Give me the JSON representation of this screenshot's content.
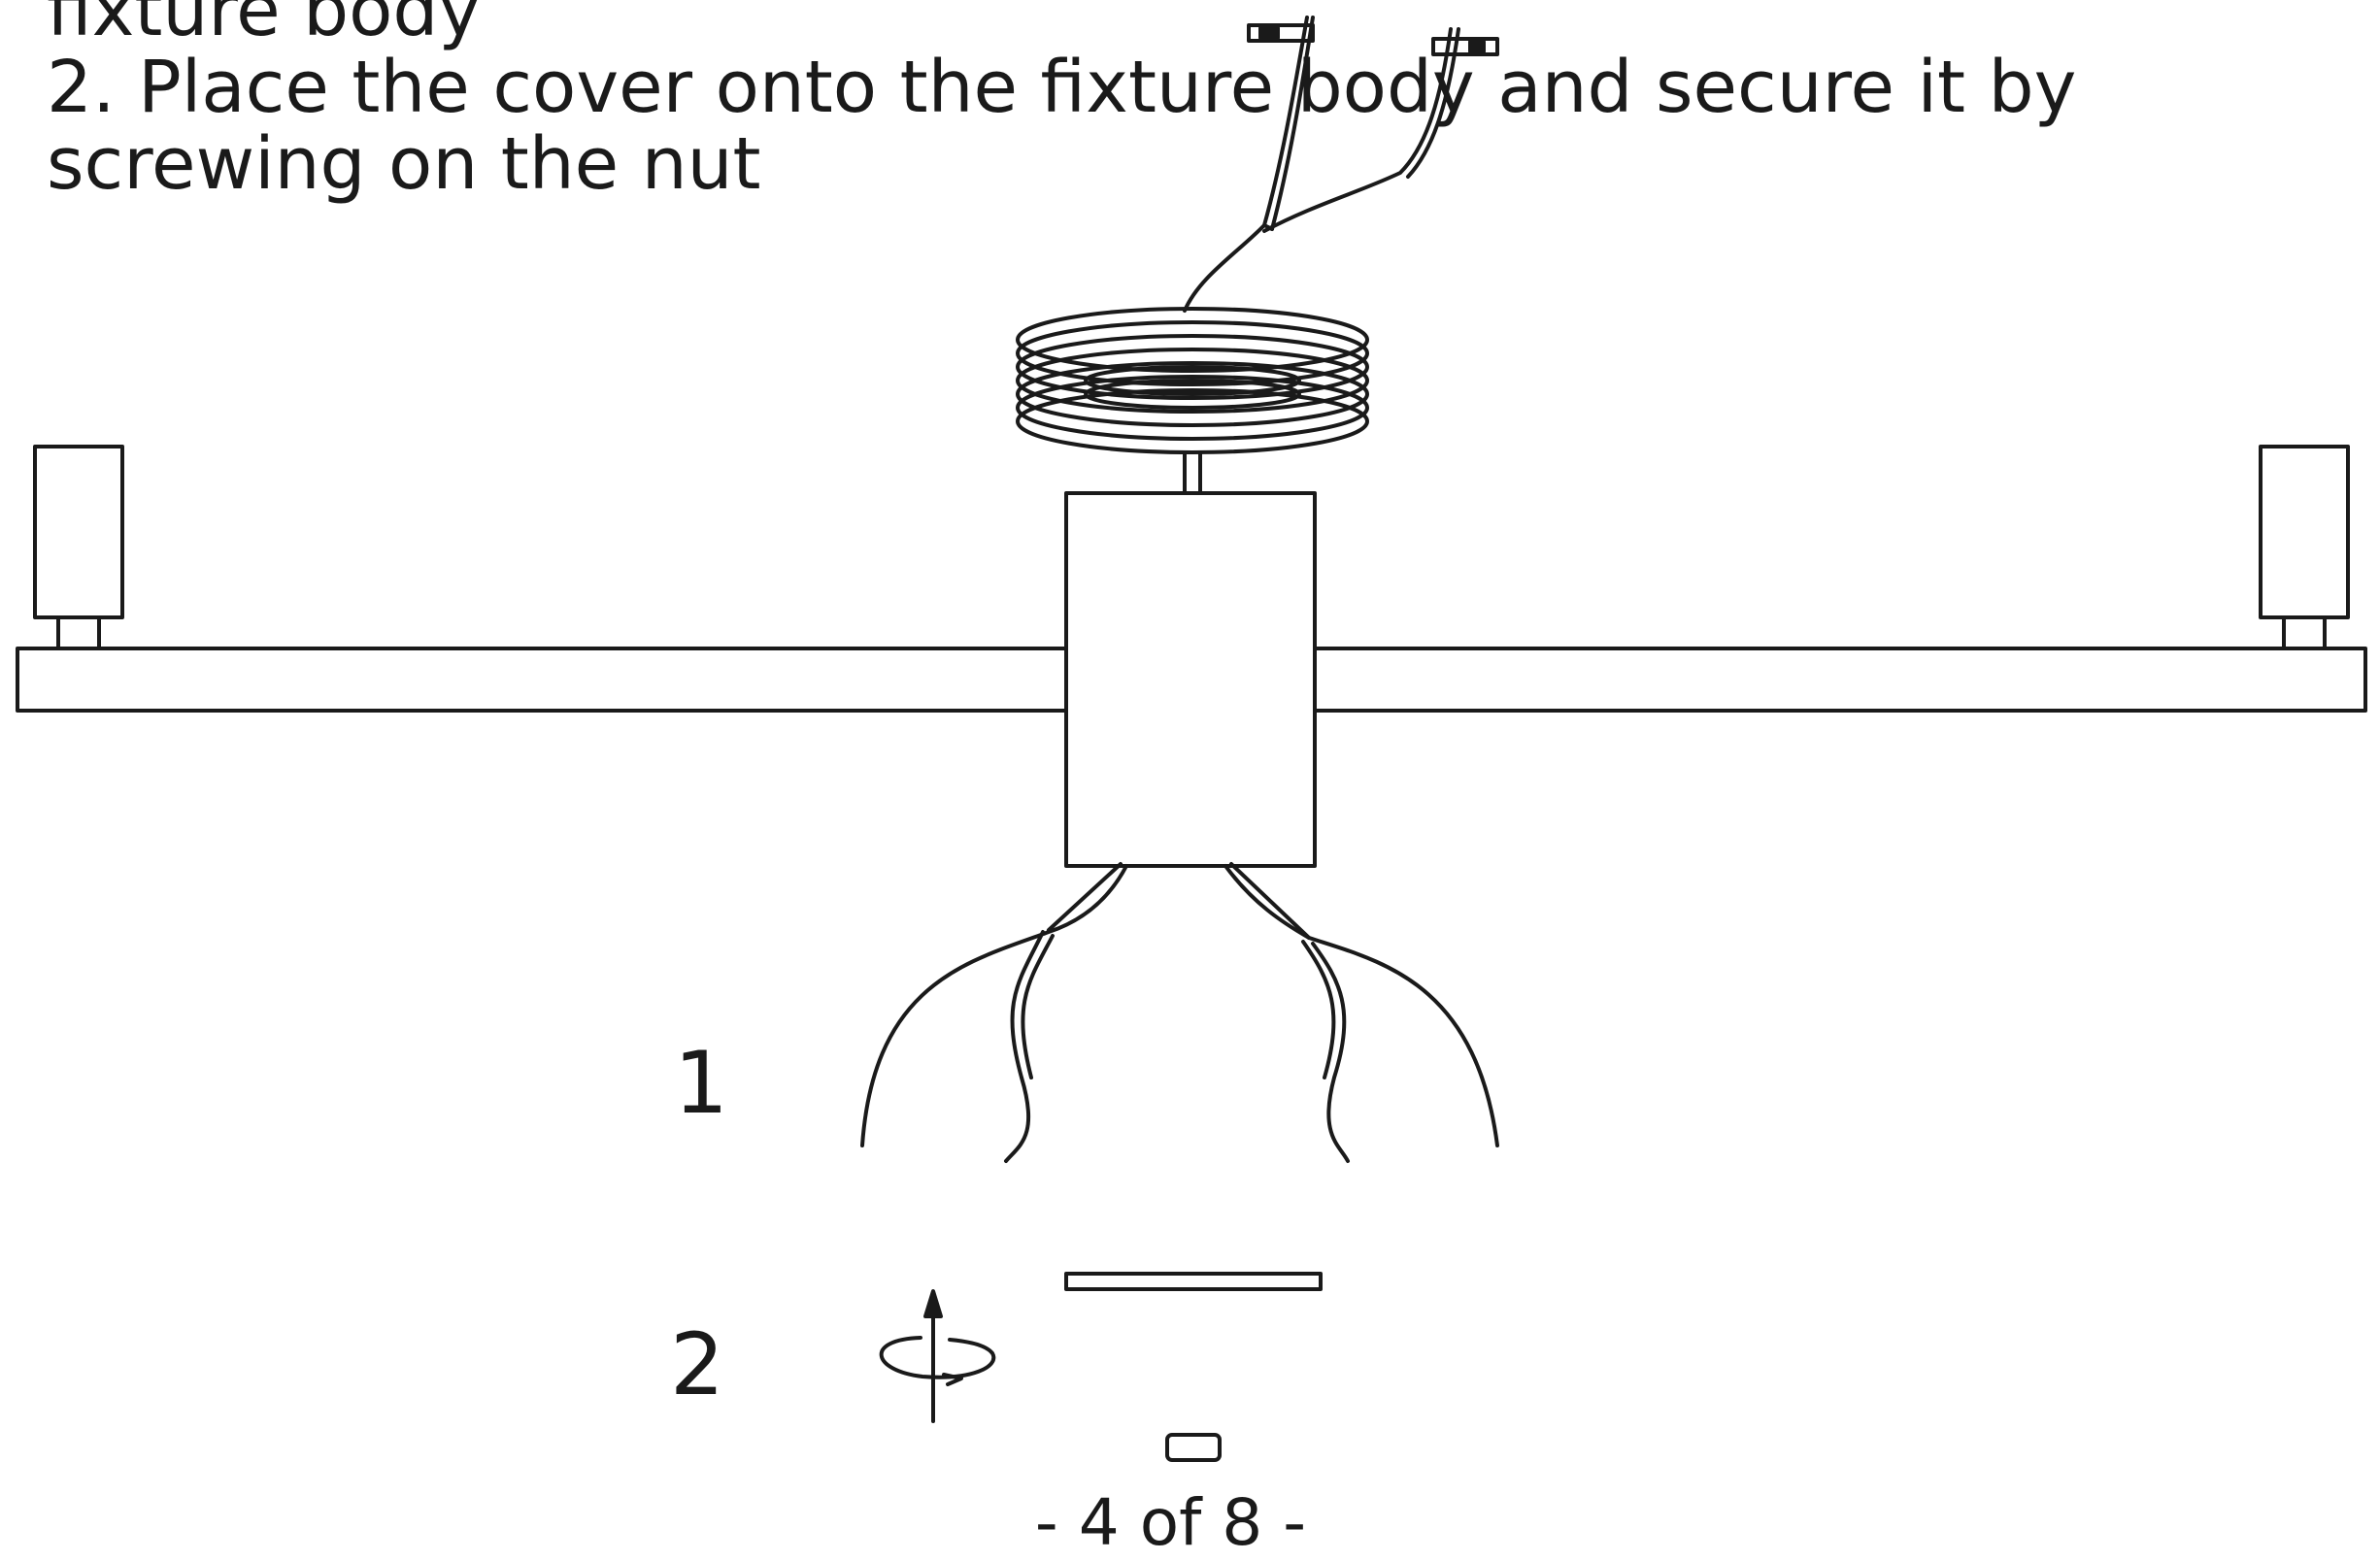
{
  "instructions": {
    "line_fragment": "fixture body",
    "step2_line1": "2. Place the cover onto the fixture body and secure it by",
    "step2_line2": "screwing on the nut"
  },
  "steps": {
    "step1_label": "1",
    "step2_label": "2"
  },
  "footer": {
    "page_number": "- 4 of 8 -"
  }
}
